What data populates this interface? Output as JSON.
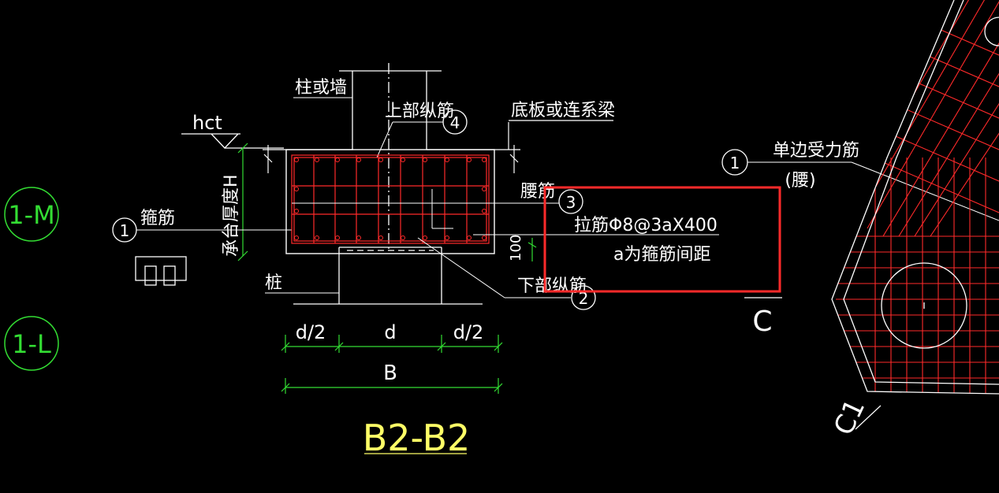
{
  "colors": {
    "background": "#000000",
    "line": "#ffffff",
    "rebar": "#ff2a2a",
    "grid_axis": "#33dd33",
    "section_title": "#ffff66",
    "highlight_box": "#ff2a2a"
  },
  "labels": {
    "column_or_wall": "柱或墙",
    "top_long_bar": "上部纵筋",
    "top_long_bar_mark": "4",
    "slab_or_tie_beam": "底板或连系梁",
    "hct": "hct",
    "cap_thickness": "承台厚度H",
    "stirrup": "箍筋",
    "stirrup_mark": "1",
    "waist_bar": "腰筋",
    "waist_bar_mark": "3",
    "tie_bar": "拉筋Φ8@3aX400",
    "tie_bar_note": "a为箍筋间距",
    "dim_100": "100",
    "bottom_long_bar": "下部纵筋",
    "bottom_long_bar_mark": "2",
    "pile": "桩",
    "dim_half_d_left": "d/2",
    "dim_d": "d",
    "dim_half_d_right": "d/2",
    "dim_b": "B",
    "section_title": "B2-B2",
    "single_side_bar_mark": "1",
    "single_side_bar": "单边受力筋",
    "single_side_bar_sub": "(腰)",
    "c_label": "C",
    "c1_label": "C1",
    "axis_m": "1-M",
    "axis_l": "1-L"
  }
}
